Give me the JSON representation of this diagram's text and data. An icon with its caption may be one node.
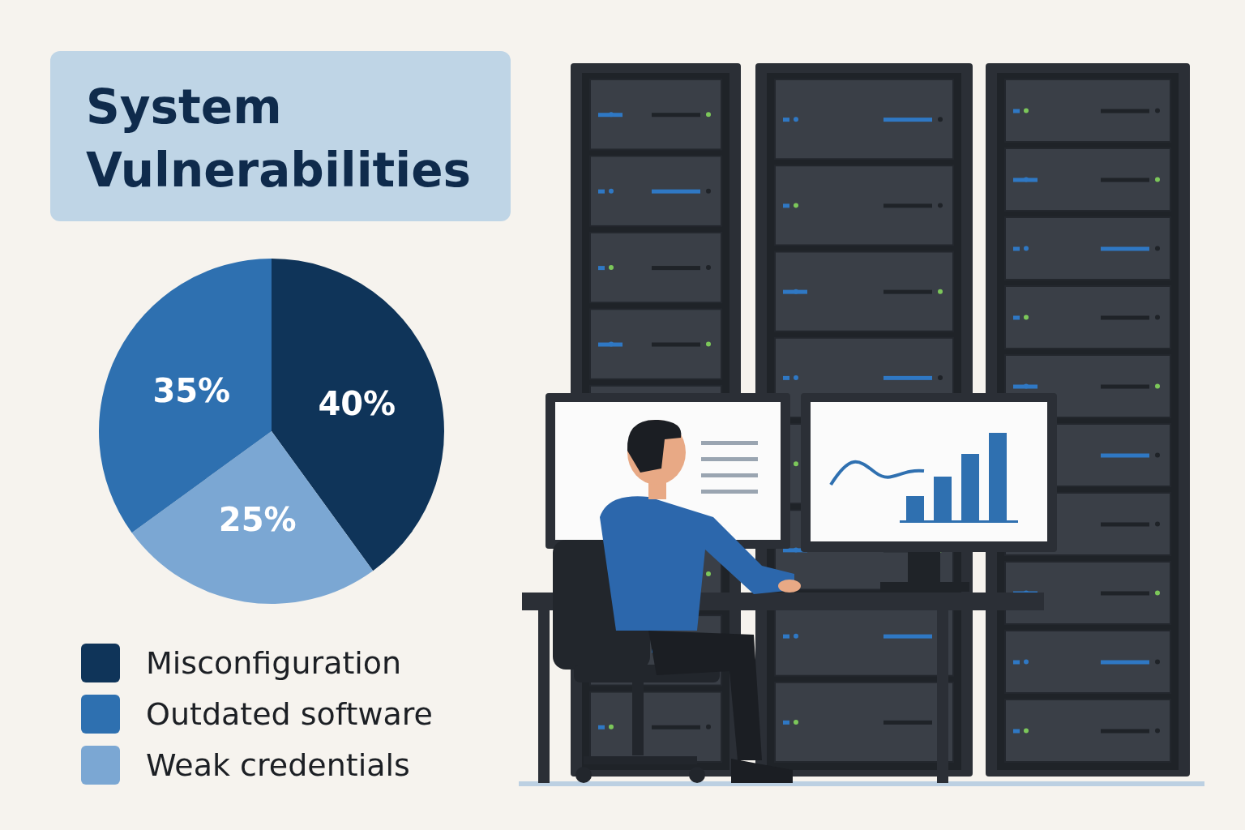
{
  "diagram": {
    "title": "System Vulnerabilities",
    "legend": [
      {
        "text": "Misconfiguration",
        "color": "#0f3459"
      },
      {
        "text": "Outdated software",
        "color": "#2e70b0"
      },
      {
        "text": "Weak credentials",
        "color": "#7ba7d3"
      }
    ],
    "chart_data": {
      "type": "pie",
      "values": [
        40,
        35,
        25
      ],
      "value_labels": [
        "40%",
        "35%",
        "25%"
      ]
    }
  }
}
